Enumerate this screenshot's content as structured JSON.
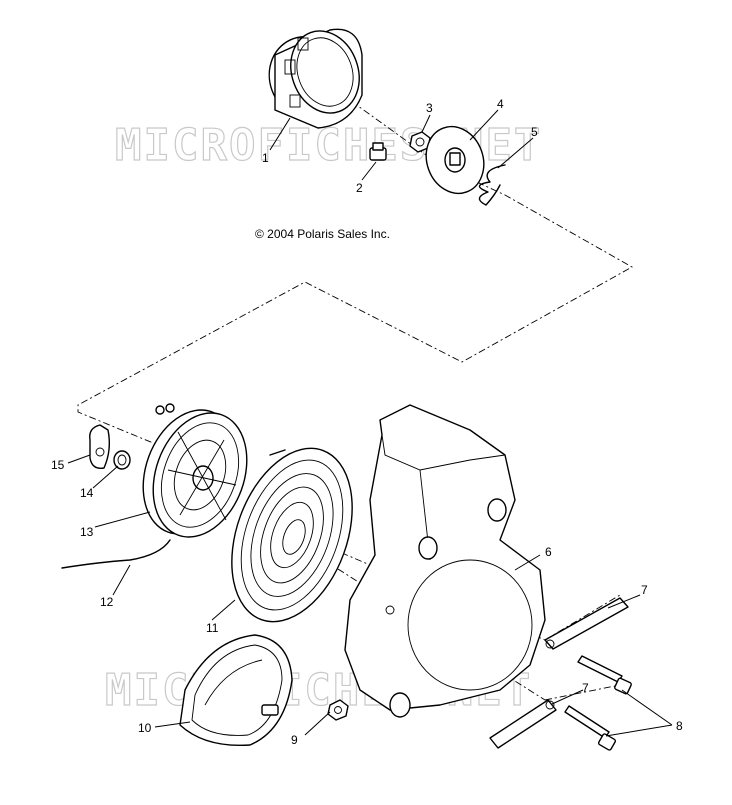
{
  "copyright": "© 2004 Polaris Sales Inc.",
  "watermark": "MICROFICHES.NET",
  "callouts": [
    {
      "id": "1",
      "label": "1"
    },
    {
      "id": "2",
      "label": "2"
    },
    {
      "id": "3",
      "label": "3"
    },
    {
      "id": "4",
      "label": "4"
    },
    {
      "id": "5",
      "label": "5"
    },
    {
      "id": "6",
      "label": "6"
    },
    {
      "id": "7a",
      "label": "7"
    },
    {
      "id": "7b",
      "label": "7"
    },
    {
      "id": "8",
      "label": "8"
    },
    {
      "id": "9",
      "label": "9"
    },
    {
      "id": "10",
      "label": "10"
    },
    {
      "id": "11",
      "label": "11"
    },
    {
      "id": "12",
      "label": "12"
    },
    {
      "id": "13",
      "label": "13"
    },
    {
      "id": "14",
      "label": "14"
    },
    {
      "id": "15",
      "label": "15"
    }
  ]
}
